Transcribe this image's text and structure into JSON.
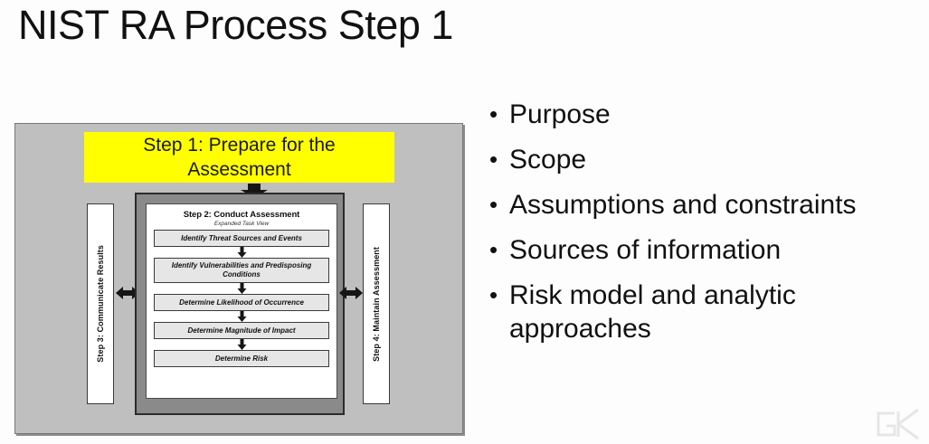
{
  "slide": {
    "title": "NIST RA Process Step 1",
    "background_color": "#fdfdfd"
  },
  "diagram": {
    "panel_color": "#bfbfbf",
    "highlight_color": "#ffff00",
    "step1": {
      "line1": "Step 1: Prepare for the",
      "line2": "Assessment"
    },
    "step2": {
      "title": "Step 2: Conduct Assessment",
      "subtitle": "Expanded Task View",
      "tasks": [
        "Identify Threat Sources and Events",
        "Identify Vulnerabilities and Predisposing Conditions",
        "Determine Likelihood of Occurrence",
        "Determine Magnitude of Impact",
        "Determine Risk"
      ]
    },
    "step3": "Step 3: Communicate Results",
    "step4": "Step 4: Maintain Assessment"
  },
  "bullets": [
    "Purpose",
    "Scope",
    "Assumptions and constraints",
    "Sources of information",
    "Risk model and analytic approaches"
  ],
  "bullet_glyph": "•"
}
